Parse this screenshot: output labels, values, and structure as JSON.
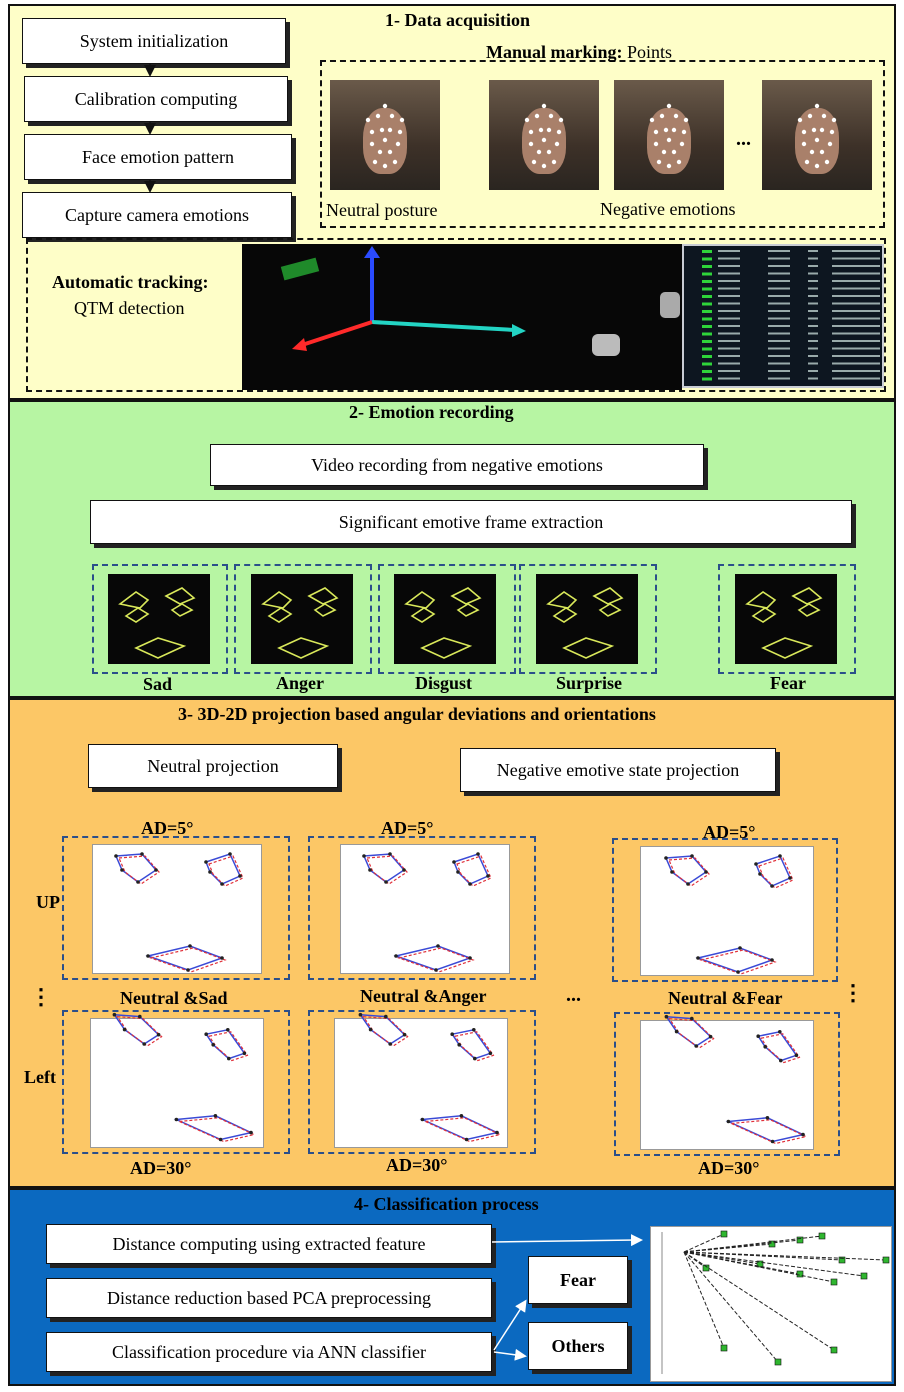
{
  "section1": {
    "title": "1-    Data acquisition",
    "flow": [
      "System initialization",
      "Calibration computing",
      "Face emotion pattern",
      "Capture camera emotions"
    ],
    "manual_bold": "Manual marking:",
    "manual_rest": "Points",
    "ellipsis": "...",
    "neutral_posture": "Neutral posture",
    "negative_emotions": "Negative emotions",
    "auto_bold": "Automatic tracking:",
    "auto_rest": "QTM detection"
  },
  "section2": {
    "title": "2-    Emotion recording",
    "box1": "Video recording from negative emotions",
    "box2": "Significant emotive frame extraction",
    "emotions": [
      "Sad",
      "Anger",
      "Disgust",
      "Surprise",
      "Fear"
    ]
  },
  "section3": {
    "title": "3-    3D-2D projection based angular deviations and orientations",
    "neutral_projection": "Neutral projection",
    "negative_projection": "Negative emotive state projection",
    "ad5": "AD=5°",
    "ad30": "AD=30°",
    "up": "UP",
    "left": "Left",
    "pairs": [
      "Neutral &Sad",
      "Neutral &Anger",
      "Neutral &Fear"
    ],
    "dots_h": "...",
    "dots_v": "⋮"
  },
  "section4": {
    "title": "4-    Classification process",
    "steps": [
      "Distance computing using extracted feature",
      "Distance reduction based PCA preprocessing",
      "Classification procedure via ANN classifier"
    ],
    "fear": "Fear",
    "others": "Others"
  },
  "colors": {
    "yellow": "#fefec8",
    "green": "#b7f5a3",
    "orange": "#fcc766",
    "blue": "#0b69c0",
    "dash_blue": "#2b4f8a"
  }
}
